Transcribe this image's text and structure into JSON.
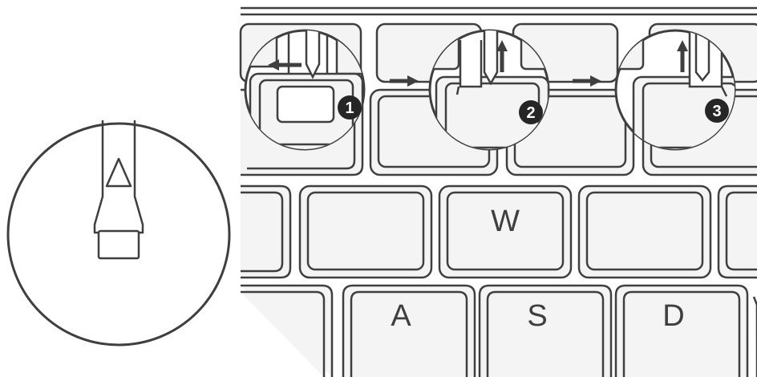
{
  "colors": {
    "background": "#ffffff",
    "line": "#3f3f3f",
    "key_fill": "#f4f4f4",
    "badge_fill": "#262626",
    "badge_text": "#ffffff"
  },
  "keyboard": {
    "key_labels": {
      "w": "W",
      "a": "A",
      "s": "S",
      "d": "D"
    }
  },
  "steps": [
    {
      "number": "1",
      "arrow_direction": "left",
      "icon": "arrow-left-icon"
    },
    {
      "number": "2",
      "arrow_direction": "up",
      "icon": "arrow-up-icon"
    },
    {
      "number": "3",
      "arrow_direction": "up",
      "icon": "arrow-up-icon"
    }
  ],
  "tool": {
    "icon": "flat-screwdriver-tip-icon"
  }
}
